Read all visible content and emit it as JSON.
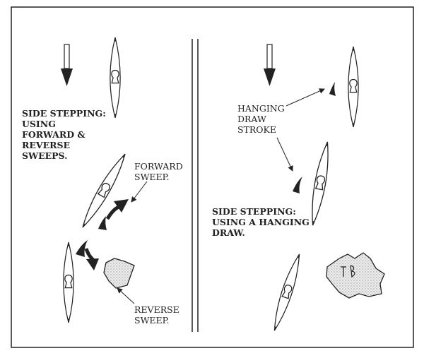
{
  "left_panel": {
    "heading": "SIDE STEPPING:\nUSING\nFORWARD &\nREVERSE\nSWEEPS.",
    "forward_label": "FORWARD\nSWEEP.",
    "reverse_label": "REVERSE\nSWEEP."
  },
  "right_panel": {
    "stroke_label": "HANGING\nDRAW\nSTROKE",
    "heading": "SIDE STEPPING:\nUSING A HANGING\nDRAW.",
    "rock_text": "TB"
  },
  "colors": {
    "ink": "#222222",
    "rock_fill": "#d9d9d9",
    "background": "#ffffff"
  }
}
